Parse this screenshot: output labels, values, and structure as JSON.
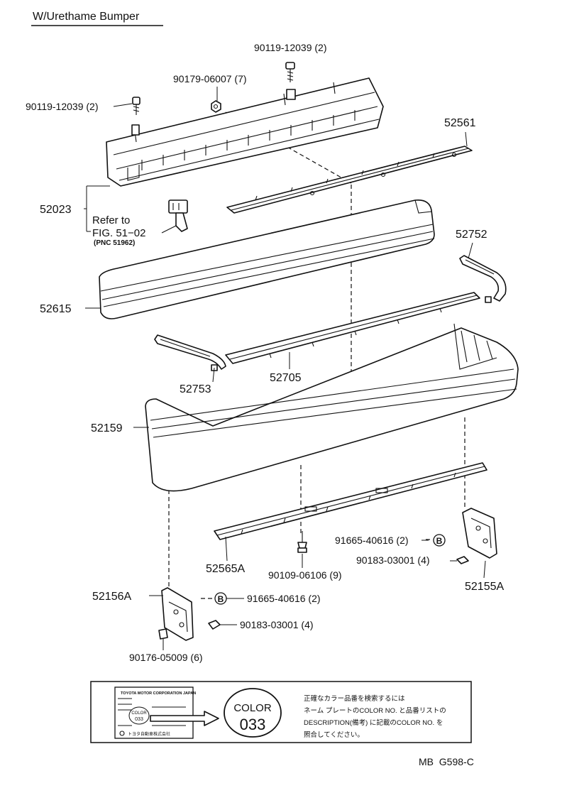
{
  "header": {
    "title": "W/Urethame Bumper"
  },
  "parts": {
    "bolt_top": "90119-12039 (2)",
    "nut_top": "90179-06007 (7)",
    "bolt_left": "90119-12039 (2)",
    "reinforcement": "52561",
    "bracket_assy": "52023",
    "refer_line1": "Refer to",
    "refer_line2": "FIG. 51−02",
    "refer_pnc": "(PNC 51962)",
    "side_moulding_r": "52752",
    "bumper_cover_upper": "52615",
    "side_moulding_l": "52753",
    "lower_moulding": "52705",
    "bumper_cover": "52159",
    "retainer_lower": "52565A",
    "clip_center": "90109-06106 (9)",
    "screw_right": "91665-40616 (2)",
    "marker_b": "B",
    "nut_right": "90183-03001 (4)",
    "bracket_right": "52155A",
    "bracket_left": "52156A",
    "screw_left": "91665-40616 (2)",
    "nut_left": "90183-03001 (4)",
    "clip_left": "90176-05009 (6)"
  },
  "note": {
    "plate_header": "TOYOTA MOTOR CORPORATION JAPAN",
    "plate_color_label": "COLOR",
    "plate_color_value": "033",
    "plate_maker": "トヨタ自動車株式会社",
    "color_word": "COLOR",
    "color_code": "033",
    "text_line1": "正確なカラー品番を検索するには",
    "text_line2": "ネーム プレートのCOLOR NO. と品番リストの",
    "text_line3": "DESCRIPTION(備考) に記載のCOLOR NO. を",
    "text_line4": "照合してください。"
  },
  "footer": {
    "ref": "MB  G598-C"
  }
}
